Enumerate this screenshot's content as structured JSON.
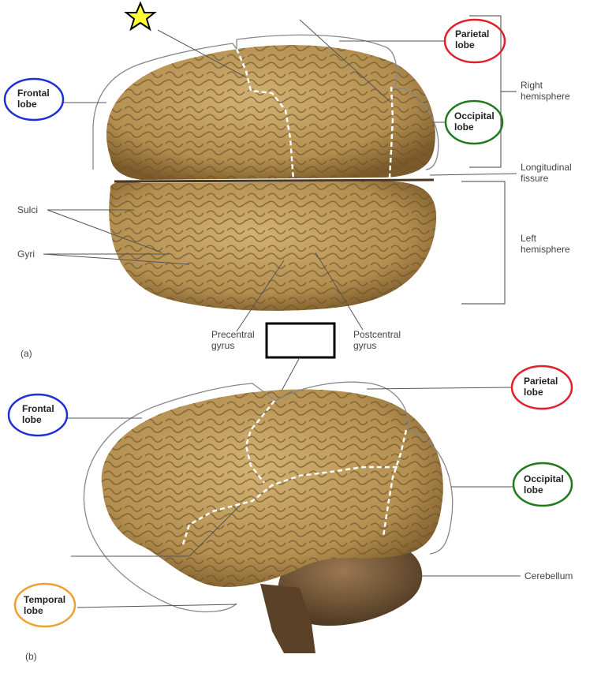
{
  "panel_a": {
    "panel_label": "(a)",
    "frontal": "Frontal\nlobe",
    "parietal": "Parietal\nlobe",
    "occipital": "Occipital\nlobe",
    "right_hemisphere": "Right\nhemisphere",
    "longitudinal_fissure": "Longitudinal\nfissure",
    "left_hemisphere": "Left\nhemisphere",
    "sulci": "Sulci",
    "gyri": "Gyri",
    "precentral": "Precentral\ngyrus",
    "postcentral": "Postcentral\ngyrus"
  },
  "panel_b": {
    "panel_label": "(b)",
    "frontal": "Frontal\nlobe",
    "parietal": "Parietal\nlobe",
    "occipital": "Occipital\nlobe",
    "temporal": "Temporal\nlobe",
    "cerebellum": "Cerebellum"
  },
  "colors": {
    "frontal": "#1f2fd6",
    "parietal": "#e0202a",
    "occipital": "#1f7a1f",
    "temporal": "#f0a030",
    "star": "#ffff33",
    "brain": "#b89455",
    "brain_dark": "#6e5228"
  }
}
